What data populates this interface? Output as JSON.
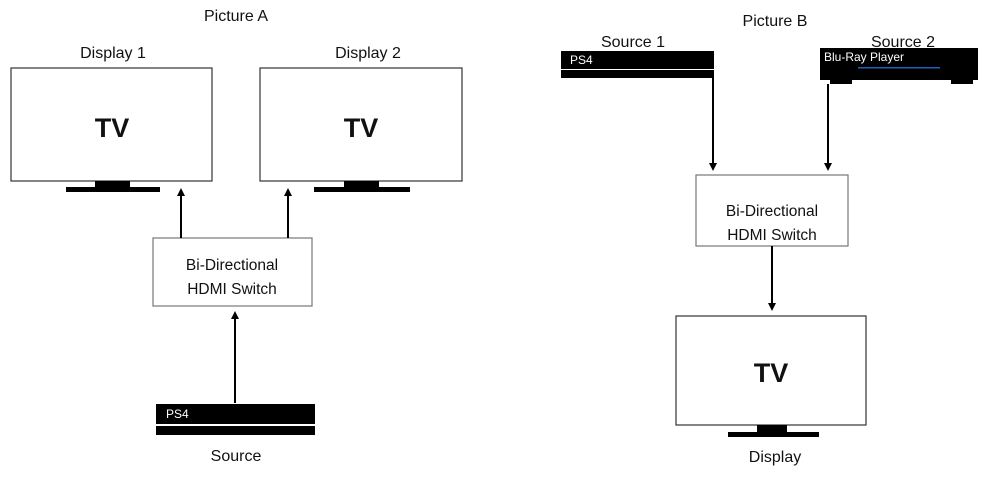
{
  "picture_a": {
    "title": "Picture A",
    "display_1": {
      "label": "Display 1",
      "screen_text": "TV"
    },
    "display_2": {
      "label": "Display 2",
      "screen_text": "TV"
    },
    "switch": {
      "line_1": "Bi-Directional",
      "line_2": "HDMI Switch"
    },
    "source": {
      "device_text": "PS4",
      "label": "Source"
    }
  },
  "picture_b": {
    "title": "Picture B",
    "source_1": {
      "label": "Source 1",
      "device_text": "PS4"
    },
    "source_2": {
      "label": "Source 2",
      "device_text": "Blu-Ray Player"
    },
    "switch": {
      "line_1": "Bi-Directional",
      "line_2": "HDMI Switch"
    },
    "display": {
      "screen_text": "TV",
      "label": "Display"
    }
  },
  "colors": {
    "device_body": "#000000",
    "bluray_accent": "#1f5fbf",
    "line": "#000000"
  }
}
